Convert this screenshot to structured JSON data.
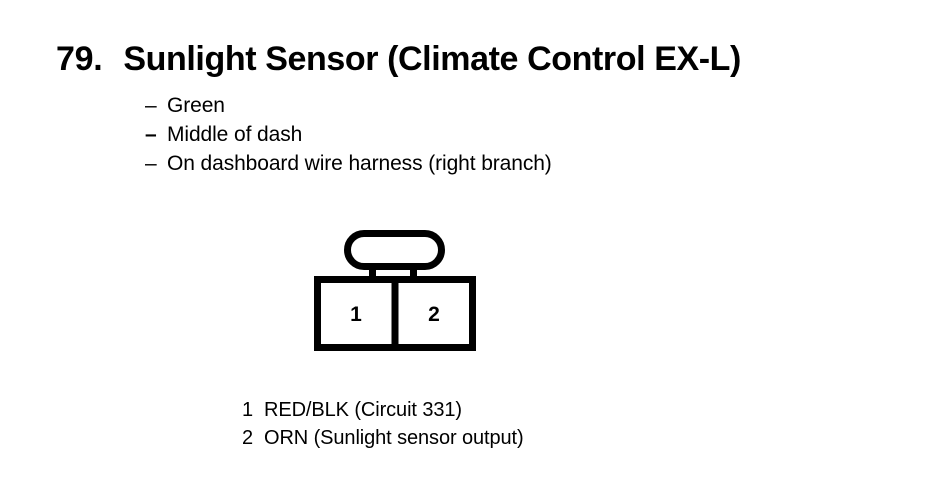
{
  "header": {
    "item_number": "79.",
    "title": "Sunlight Sensor (Climate Control EX-L)"
  },
  "specs": [
    {
      "dash": "–",
      "label": "Green",
      "emphasis": false
    },
    {
      "dash": "–",
      "label": "Middle of dash",
      "emphasis": true
    },
    {
      "dash": "–",
      "label": "On dashboard wire harness (right branch)",
      "emphasis": false
    }
  ],
  "connector": {
    "pin_count": 2,
    "cavities": [
      {
        "number": "1"
      },
      {
        "number": "2"
      }
    ],
    "stroke_color": "#000000",
    "fill_color": "#ffffff"
  },
  "legend": [
    {
      "pin": "1",
      "description": "RED/BLK (Circuit 331)"
    },
    {
      "pin": "2",
      "description": "ORN (Sunlight sensor output)"
    }
  ]
}
